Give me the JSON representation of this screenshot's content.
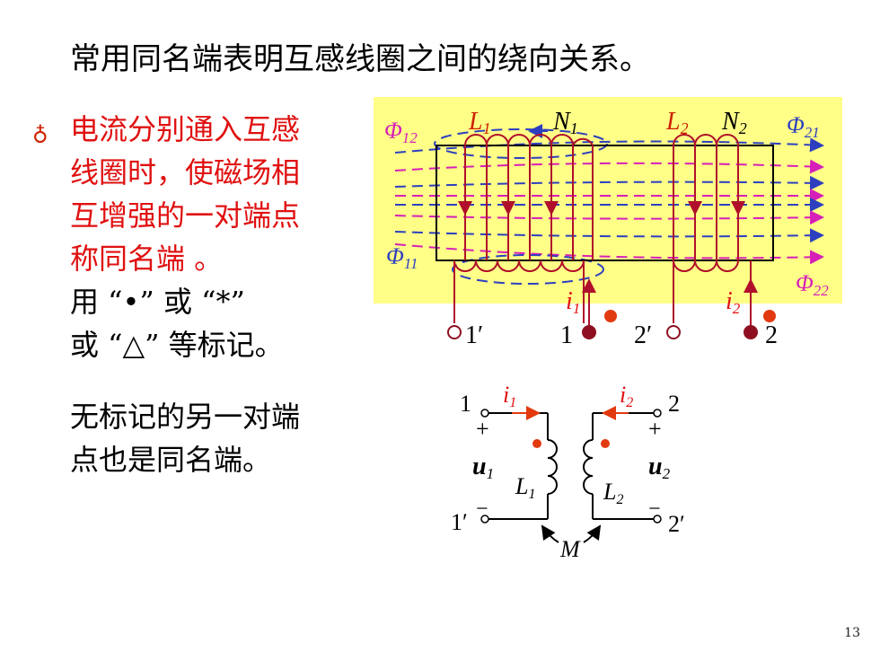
{
  "title": "常用同名端表明互感线圈之间的绕向关系。",
  "bullet": {
    "lines": [
      "电流分别通入互感",
      "线圈时，使磁场相",
      "互增强的一对端点",
      "称同名端 。"
    ]
  },
  "marks": {
    "lines": [
      "用 “•” 或 “*”",
      "或 “△” 等标记。"
    ]
  },
  "note": {
    "lines": [
      "无标记的另一对端",
      "点也是同名端。"
    ]
  },
  "page_number": "13",
  "upper_figure": {
    "L1": "L",
    "L1_sub": "1",
    "N1": "N",
    "N1_sub": "1",
    "L2": "L",
    "L2_sub": "2",
    "N2": "N",
    "N2_sub": "2",
    "phi12": "Φ",
    "phi12_sub": "12",
    "phi21": "Φ",
    "phi21_sub": "21",
    "phi11": "Φ",
    "phi11_sub": "11",
    "phi22": "Φ",
    "phi22_sub": "22",
    "i1": "i",
    "i1_sub": "1",
    "i2": "i",
    "i2_sub": "2",
    "t1p": "1′",
    "t1": "1",
    "t2p": "2′",
    "t2": "2"
  },
  "lower_figure": {
    "t1": "1",
    "t1p": "1′",
    "t2": "2",
    "t2p": "2′",
    "i1": "i",
    "i1_sub": "1",
    "i2": "i",
    "i2_sub": "2",
    "plus": "+",
    "minus": "−",
    "u1": "u",
    "u1_sub": "1",
    "u2": "u",
    "u2_sub": "2",
    "L1": "L",
    "L1_sub": "1",
    "L2": "L",
    "L2_sub": "2",
    "M": "M"
  },
  "colors": {
    "text_red": "#e01010",
    "coil": "#b0102a",
    "flux_blue": "#2d3fbf",
    "flux_magenta": "#d61fb8",
    "panel_bg": "#ffff88",
    "dot_red": "#e23a10",
    "terminal": "#8e1020"
  }
}
